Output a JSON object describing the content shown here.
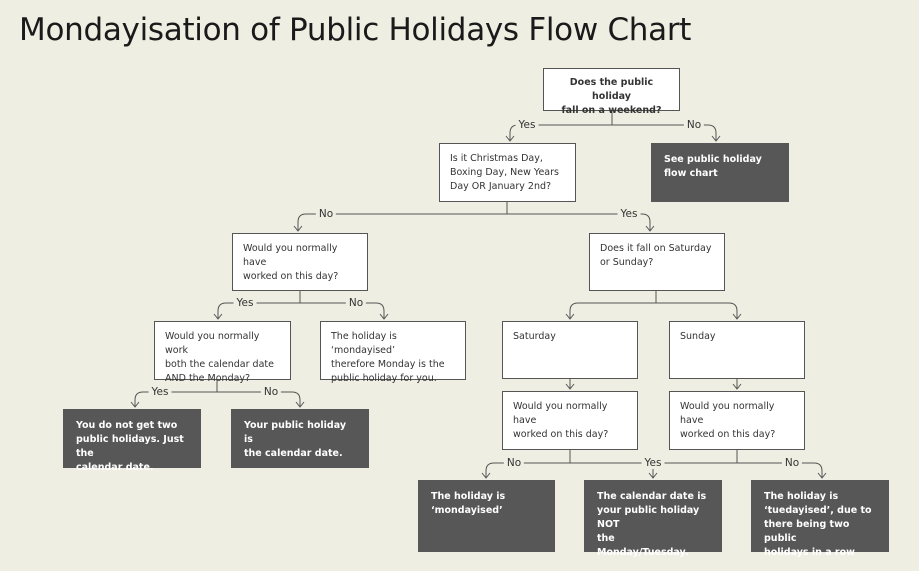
{
  "title": "Mondayisation of Public Holidays Flow Chart",
  "nodes": {
    "q_weekend": "Does the public holiday\nfall on a weekend?",
    "q_christmas": "Is it Christmas Day,\nBoxing Day, New Years\nDay OR January 2nd?",
    "see_chart": "See public holiday\nflow chart",
    "q_worked_left": "Would you normally have\nworked on this day?",
    "q_sat_sun": "Does it fall on Saturday\nor Sunday?",
    "q_work_both": "Would you normally work\nboth the calendar date\nAND the Monday?",
    "mondayised_monday": "The holiday is ‘mondayised’\ntherefore Monday is the\npublic holiday for you.",
    "saturday": "Saturday",
    "sunday": "Sunday",
    "no_two_holidays": "You do not get two\npublic holidays. Just the\ncalendar date.",
    "calendar_date": "Your public holiday is\nthe calendar date.",
    "q_worked_sat": "Would you normally have\nworked on this day?",
    "q_worked_sun": "Would you normally have\nworked on this day?",
    "mondayised": "The holiday is\n‘mondayised’",
    "not_monday": "The calendar date is\nyour public holiday NOT\nthe Monday/Tuesday.",
    "tuedayised": "The holiday is\n‘tuedayised’, due to\nthere being two public\nholidays in a row"
  },
  "labels": {
    "yes": "Yes",
    "no": "No"
  },
  "colors": {
    "background": "#efeee3",
    "dark_box": "#575757",
    "line": "#555555"
  }
}
